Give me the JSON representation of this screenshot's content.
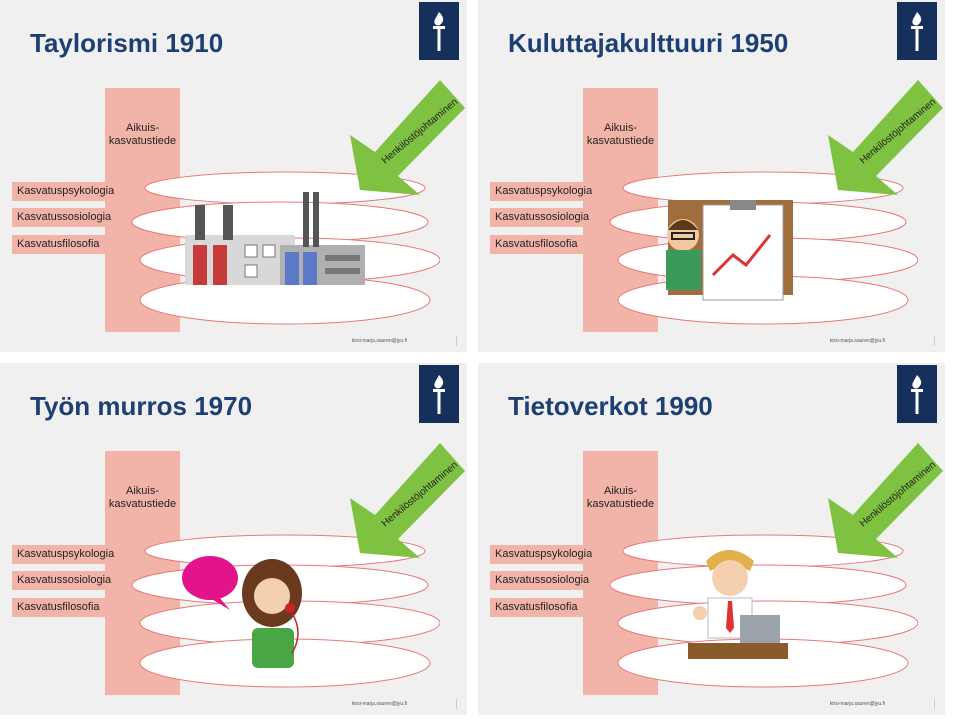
{
  "slides": [
    {
      "title": "Taylorismi 1910",
      "art": "factory-illustration"
    },
    {
      "title": "Kuluttajakulttuuri 1950",
      "art": "presenter-chart-illustration"
    },
    {
      "title": "Työn murros 1970",
      "art": "phone-woman-illustration"
    },
    {
      "title": "Tietoverkot 1990",
      "art": "laptop-man-illustration"
    }
  ],
  "common": {
    "pillar_label": "Aikuis-\nkasvatustiede",
    "bars": [
      "Kasvatuspsykologia",
      "Kasvatussosiologia",
      "Kasvatusfilosofia"
    ],
    "arrow_label": "Henkilöstöjohtaminen",
    "footer": "kirsi-marja.sauren@jyu.fi"
  },
  "colors": {
    "title": "#1d3f73",
    "logo": "#16305c",
    "pillar": "#f2b4a8",
    "arrow": "#7fc241",
    "cloud_stroke": "#e87878",
    "slide_bg": "#f0f0f0"
  }
}
